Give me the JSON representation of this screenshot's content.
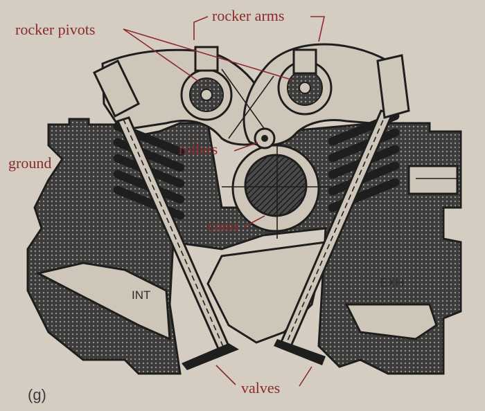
{
  "labels": {
    "rocker_pivots": "rocker pivots",
    "rocker_arms": "rocker arms",
    "ground": "ground",
    "rollers": "rollers",
    "cams": "cams",
    "valves": "valves",
    "intake": "INT",
    "exhaust": "EXH",
    "figure": "(g)"
  },
  "colors": {
    "paper": "#d6cdc2",
    "ink": "#1e1e1e",
    "label": "#8a2b2b"
  }
}
